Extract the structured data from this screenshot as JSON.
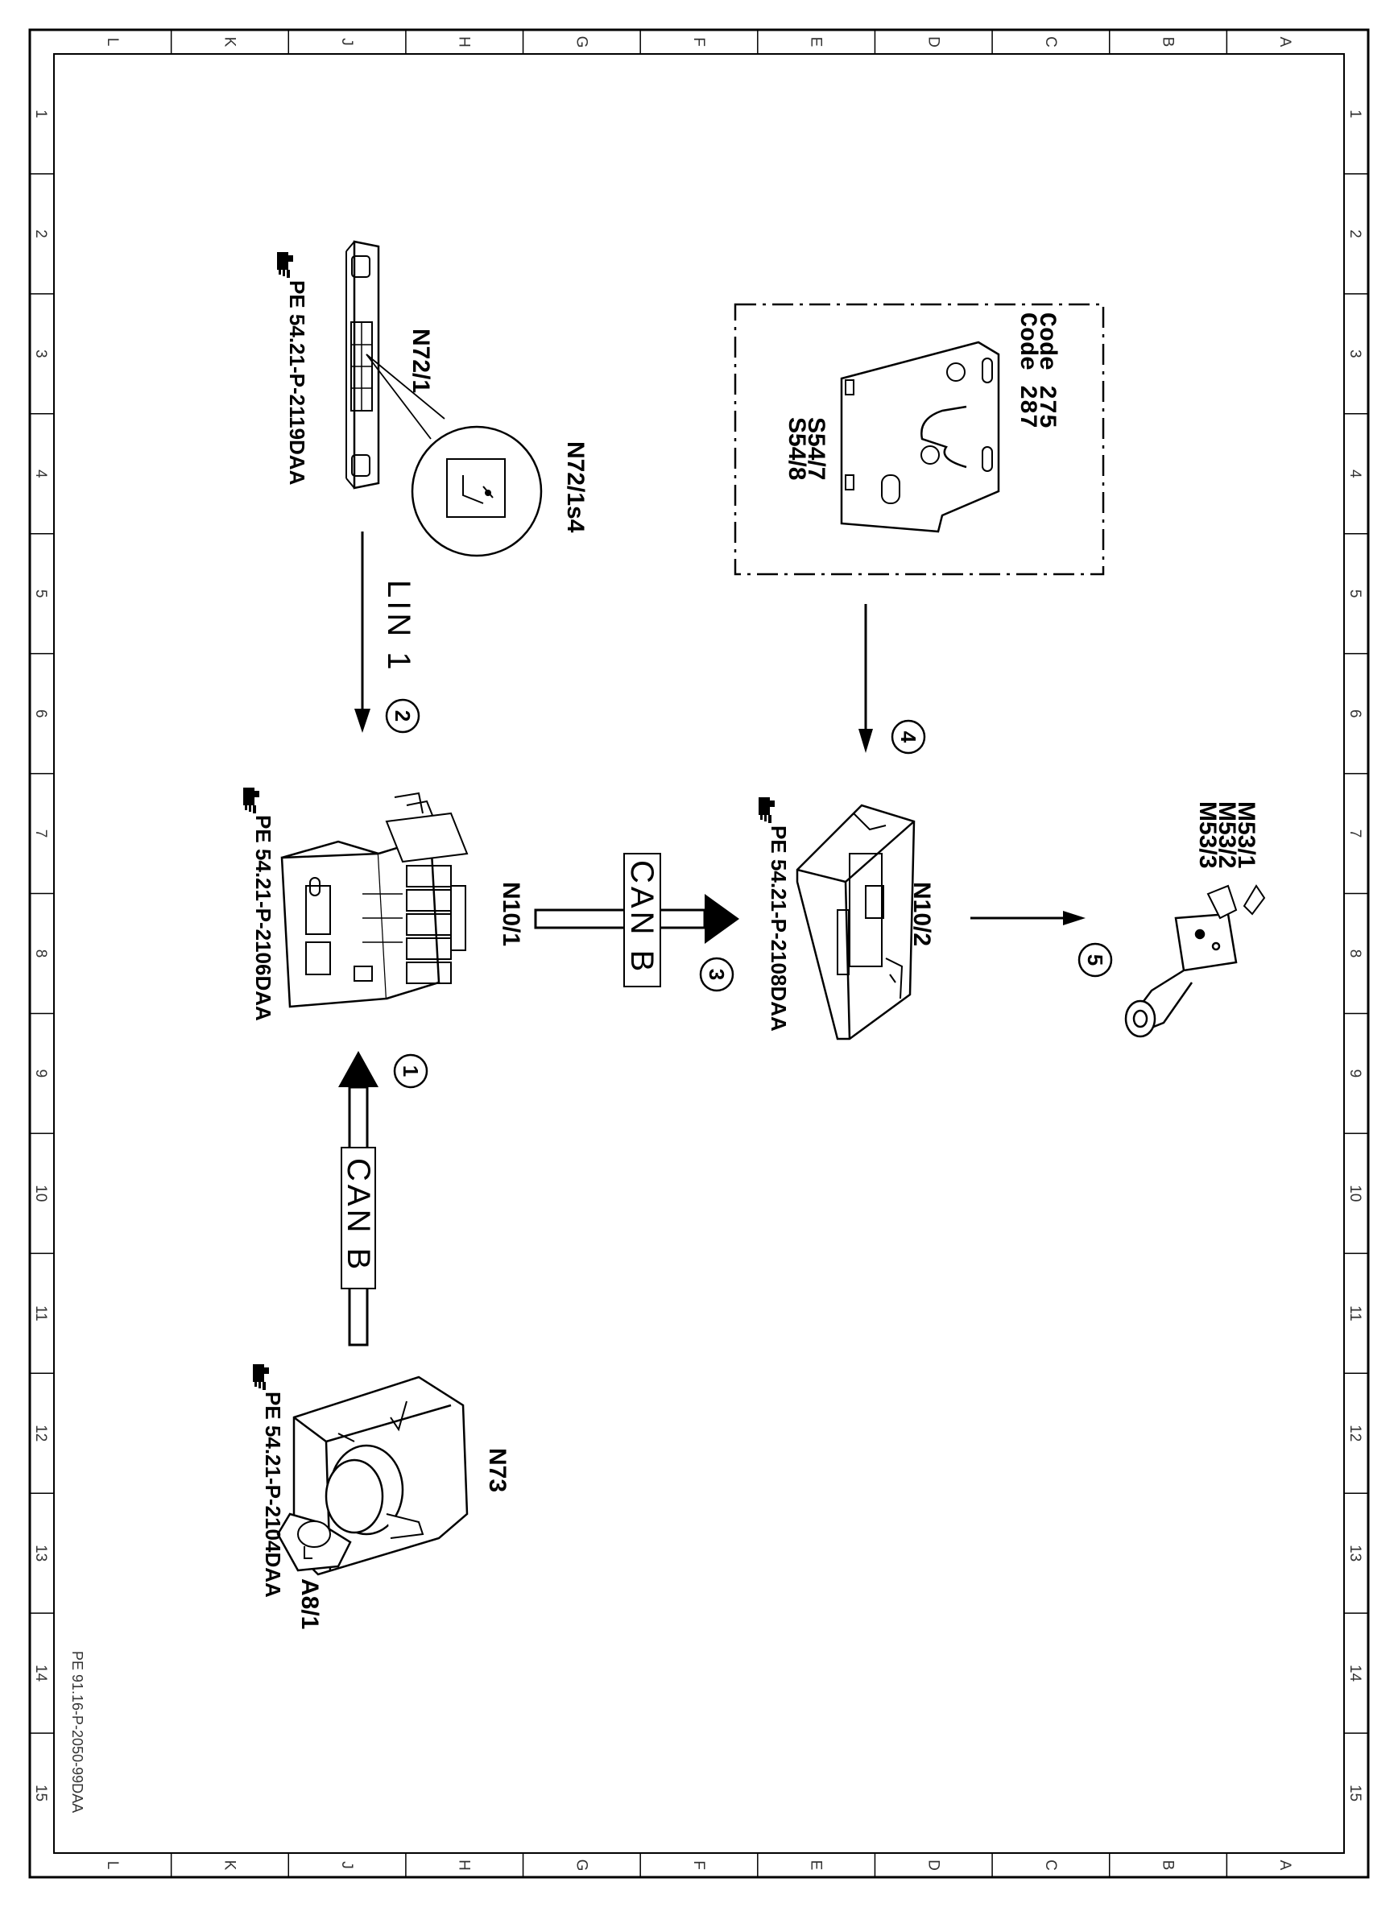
{
  "frame": {
    "letters": [
      "L",
      "K",
      "J",
      "H",
      "G",
      "F",
      "E",
      "D",
      "C",
      "B",
      "A"
    ],
    "numbers": [
      "1",
      "2",
      "3",
      "4",
      "5",
      "6",
      "7",
      "8",
      "9",
      "10",
      "11",
      "12",
      "13",
      "14",
      "15"
    ],
    "doc_ref": "PE 91.16-P-2050-99DAA"
  },
  "components": {
    "n72_1": {
      "label": "N72/1",
      "ref": "PE 54.21-P-2119DAA"
    },
    "n72_1s4": {
      "label": "N72/1s4"
    },
    "n10_1": {
      "label": "N10/1",
      "ref": "PE 54.21-P-2106DAA"
    },
    "n10_2": {
      "label": "N10/2",
      "ref": "PE 54.21-P-2108DAA"
    },
    "n73": {
      "label": "N73",
      "ref": "PE 54.21-P-2104DAA"
    },
    "a8_1": {
      "label": "A8/1"
    },
    "s54": {
      "codes": [
        "Code 275",
        "Code 287"
      ],
      "labels": [
        "S54/7",
        "S54/8"
      ]
    },
    "m53": {
      "labels": [
        "M53/1",
        "M53/2",
        "M53/3"
      ]
    }
  },
  "connections": {
    "c1": {
      "num": "1",
      "bus": "CAN B"
    },
    "c2": {
      "num": "2",
      "bus": "LIN 1"
    },
    "c3": {
      "num": "3",
      "bus": "CAN B"
    },
    "c4": {
      "num": "4"
    },
    "c5": {
      "num": "5"
    }
  }
}
